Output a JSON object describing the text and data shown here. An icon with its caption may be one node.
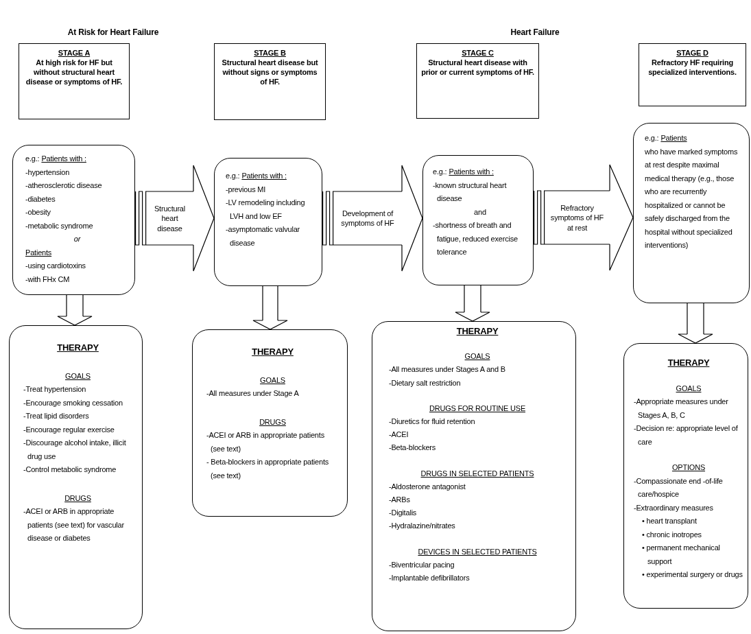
{
  "diagram": {
    "nodes": [
      {
        "text": [
          "STAGE A",
          "At high risk for HF but without structural heart disease or symptoms of HF."
        ]
      },
      {
        "text": [
          "STAGE B",
          "Structural heart disease but without signs or symptoms of HF."
        ]
      },
      {
        "text": [
          "STAGE C",
          "Structural heart disease with prior or current symptoms of HF."
        ]
      },
      {
        "text": [
          "STAGE D",
          "Refractory HF requiring specialized interventions."
        ]
      },
      {
        "text": [
          "e.g.:",
          "Patients with :",
          "-hypertension",
          "-atherosclerotic disease",
          "-diabetes",
          "-obesity",
          "-metabolic syndrome",
          "or",
          "Patients",
          "-using cardiotoxins",
          "-with FHx CM"
        ]
      },
      {
        "text": [
          "e.g.:",
          "Patients with :",
          "-previous MI",
          "-LV remodeling including LVH and low EF",
          "-asymptomatic valvular disease"
        ]
      },
      {
        "text": [
          "e.g.:",
          "Patients with :",
          "-known structural heart disease",
          "and",
          "-shortness of breath and fatigue, reduced exercise tolerance"
        ]
      },
      {
        "text": [
          "e.g.:",
          "Patients",
          "who have marked symptoms at rest despite maximal medical therapy (e.g., those who are recurrently hospitalized or cannot be safely discharged from the hospital without specialized interventions)"
        ]
      },
      {
        "text": [
          "THERAPY",
          "GOALS",
          "-Treat hypertension",
          "-Encourage smoking cessation",
          "-Treat lipid disorders",
          "-Encourage regular exercise",
          "-Discourage alcohol intake, illicit drug use",
          "-Control metabolic syndrome",
          "DRUGS",
          "-ACEI or ARB in appropriate patients (see text) for vascular disease or diabetes"
        ]
      },
      {
        "text": [
          "THERAPY",
          "GOALS",
          "-All measures under Stage A",
          "DRUGS",
          "-ACEI or ARB in appropriate patients (see text)",
          "- Beta-blockers in appropriate patients (see text)"
        ]
      },
      {
        "text": [
          "THERAPY",
          "GOALS",
          "-All measures under Stages A and B",
          "-Dietary salt restriction",
          "DRUGS FOR ROUTINE USE",
          "-Diuretics for fluid retention",
          "-ACEI",
          "-Beta-blockers",
          "DRUGS IN SELECTED PATIENTS",
          "-Aldosterone antagonist",
          "-ARBs",
          "-Digitalis",
          "-Hydralazine/nitrates",
          "DEVICES IN SELECTED PATIENTS",
          "-Biventricular pacing",
          "-Implantable defibrillators"
        ]
      },
      {
        "text": [
          "THERAPY",
          "GOALS",
          "-Appropriate measures under Stages A, B, C",
          "-Decision re: appropriate level of care",
          "OPTIONS",
          "-Compassionate end -of-life care/hospice",
          "-Extraordinary measures",
          "• heart transplant",
          "• chronic inotropes",
          "• permanent mechanical support",
          "• experimental surgery or drugs"
        ]
      }
    ],
    "edges": [
      {
        "from": 4,
        "to": 5,
        "arrow": "to",
        "label": "Structural heart disease"
      },
      {
        "from": 5,
        "to": 6,
        "arrow": "to",
        "label": "Development of symptoms of HF"
      },
      {
        "from": 6,
        "to": 7,
        "arrow": "to",
        "label": "Refractory symptoms of HF at rest"
      },
      {
        "from": 4,
        "to": 8,
        "arrow": "to"
      },
      {
        "from": 5,
        "to": 9,
        "arrow": "to"
      },
      {
        "from": 6,
        "to": 10,
        "arrow": "to"
      },
      {
        "from": 7,
        "to": 11,
        "arrow": "to"
      }
    ],
    "labels": [
      "At Risk for Heart Failure",
      "Heart Failure"
    ]
  }
}
